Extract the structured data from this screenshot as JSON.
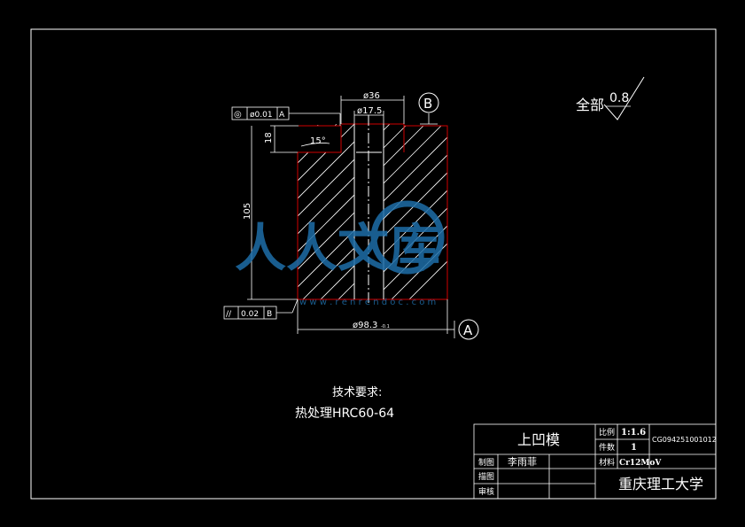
{
  "drawing": {
    "surface_finish_prefix": "全部",
    "surface_finish_value": "0.8",
    "tech_requirements_title": "技术要求:",
    "tech_requirements_line": "热处理HRC60-64",
    "datum_a": "A",
    "datum_b": "B"
  },
  "dimensions": {
    "outer_diameter_top": "ø36",
    "inner_diameter_top": "ø17.5",
    "depth": "18",
    "height": "105",
    "angle": "15°",
    "bottom_diameter": "ø98.3",
    "bottom_diameter_tol": "-0.1",
    "concentricity_symbol": "◎",
    "concentricity_value": "ø0.01",
    "concentricity_datum": "A",
    "parallel_symbol": "//",
    "parallel_value": "0.02",
    "parallel_datum": "B"
  },
  "watermark": {
    "text": "人人文库",
    "url": "w w w . r e n r e n d o c . c o m"
  },
  "title_block": {
    "part_name": "上凹模",
    "scale_label": "比例",
    "scale_value": "1:1.6",
    "qty_label": "件数",
    "qty_value": "1",
    "drawing_no": "CG094251001012",
    "drawn_label": "制图",
    "drawn_name": "李雨菲",
    "traced_label": "描图",
    "checked_label": "审核",
    "material_label": "材料",
    "material_value": "Cr12MoV",
    "school": "重庆理工大学"
  },
  "colors": {
    "background": "#000000",
    "lines": "#ffffff",
    "part_outline": "#d00000",
    "watermark": "#1e6ea8"
  }
}
